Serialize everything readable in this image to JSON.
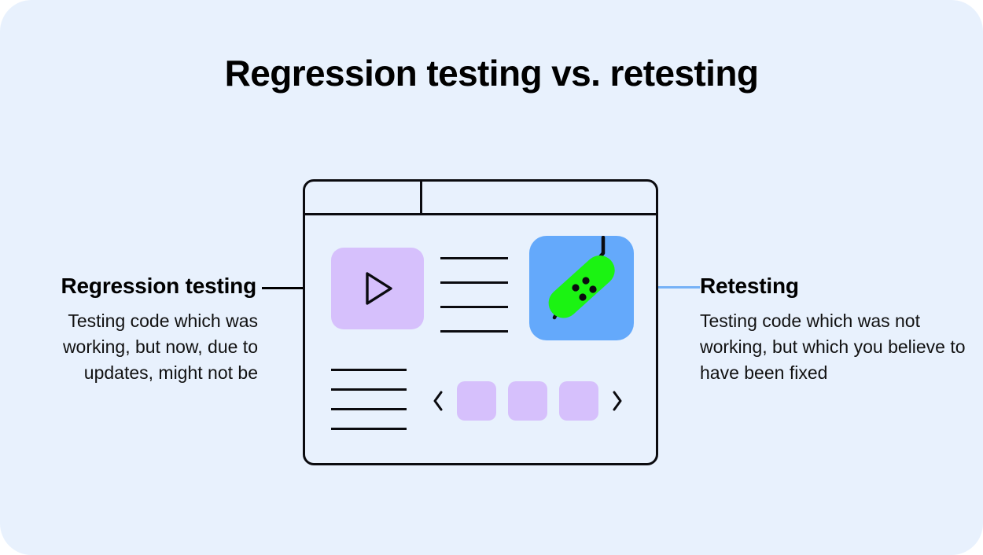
{
  "page": {
    "title": "Regression testing vs. retesting",
    "background_color": "#e8f1fd",
    "page_color": "#ffffff"
  },
  "left_caption": {
    "heading": "Regression testing",
    "body": "Testing code which was working, but now, due to updates, might not be",
    "connector_color": "#000000"
  },
  "right_caption": {
    "heading": "Retesting",
    "body": "Testing code which was not working, but which you believe to have been fixed",
    "connector_color": "#76b2f7"
  },
  "browser": {
    "frame_color": "#0b0b0f",
    "video_card": {
      "icon": "play-icon",
      "color": "#d6c0fc"
    },
    "bandage_card": {
      "icon": "bandage-icon",
      "card_color": "#64a9fb",
      "bandage_color": "#1bf312",
      "crack_color": "#0b0b0f",
      "dot_count": 4
    },
    "text_lines_top_count": 4,
    "text_lines_bottom_count": 4,
    "carousel": {
      "prev_icon": "chevron-left-icon",
      "next_icon": "chevron-right-icon",
      "thumb_count": 3,
      "thumb_color": "#d6c0fc"
    }
  }
}
